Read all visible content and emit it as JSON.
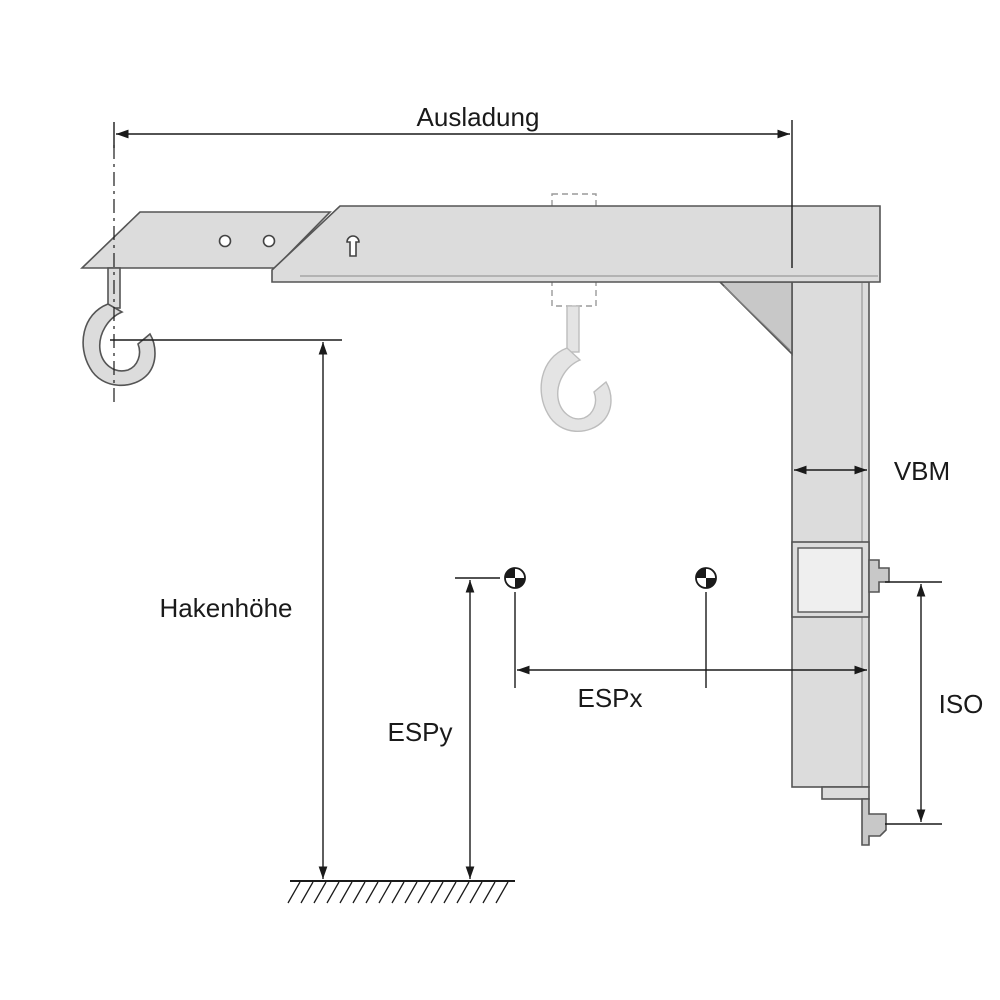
{
  "labels": {
    "ausladung": "Ausladung",
    "hakenhoehe": "Hakenhöhe",
    "vbm": "VBM",
    "espx": "ESPx",
    "espy": "ESPy",
    "iso": "ISO"
  },
  "colors": {
    "metal": "#dcdcdc",
    "outline": "#555555",
    "dimension": "#1a1a1a"
  },
  "icons": {
    "hook_active": "crane-hook-icon",
    "hook_ghost": "crane-hook-ghost-icon",
    "center_of_gravity": "center-of-gravity-icon"
  }
}
